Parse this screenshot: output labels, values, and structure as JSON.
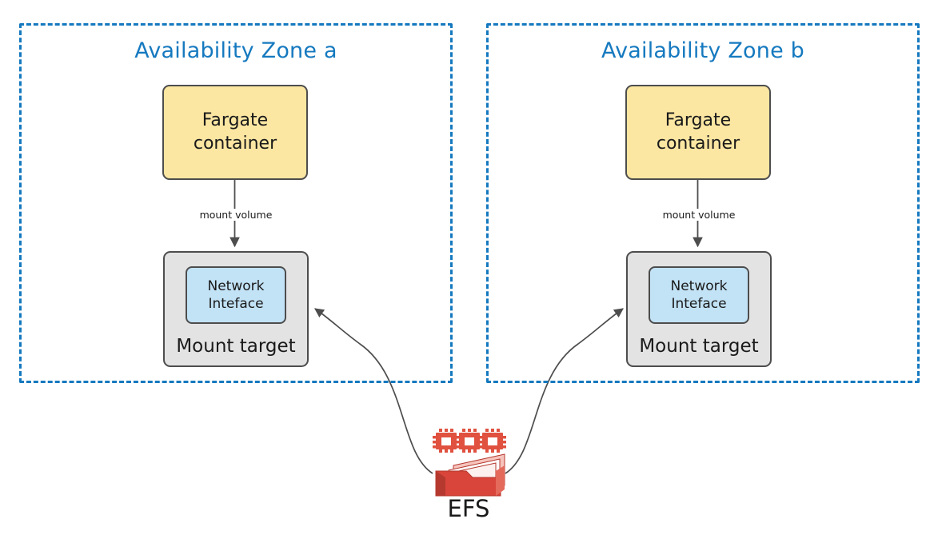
{
  "diagram": {
    "title": "AWS EFS multi-AZ Fargate mount diagram",
    "colors": {
      "zone_border": "#1579bf",
      "zone_title": "#1579bf",
      "fargate_fill": "#fbe6a2",
      "mount_fill": "#e3e3e3",
      "eni_fill": "#c2e2f5",
      "node_stroke": "#4d4d4d",
      "edge_stroke": "#4d4d4d",
      "efs_red": "#d9453a",
      "efs_red_dark": "#b5392f",
      "efs_pink": "#ef9a8f",
      "efs_pink_light": "#f6c4bc",
      "chip_red": "#e0513f"
    },
    "zones": [
      {
        "id": "az-a",
        "title": "Availability Zone a",
        "fargate": {
          "line1": "Fargate",
          "line2": "container"
        },
        "mount_target": {
          "label": "Mount target"
        },
        "network_interface": {
          "line1": "Network",
          "line2": "Inteface"
        },
        "mount_edge_label": "mount volume"
      },
      {
        "id": "az-b",
        "title": "Availability Zone b",
        "fargate": {
          "line1": "Fargate",
          "line2": "container"
        },
        "mount_target": {
          "label": "Mount target"
        },
        "network_interface": {
          "line1": "Network",
          "line2": "Inteface"
        },
        "mount_edge_label": "mount volume"
      }
    ],
    "efs": {
      "label": "EFS",
      "icon": "efs-folder-icon",
      "chip_count": 3
    }
  }
}
